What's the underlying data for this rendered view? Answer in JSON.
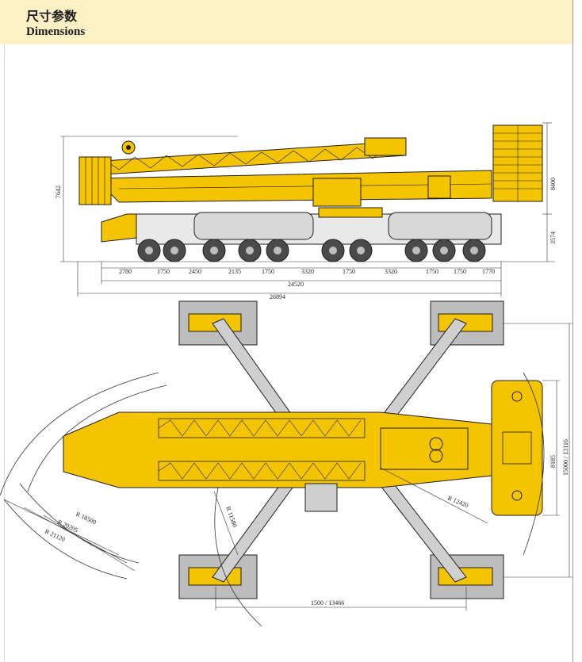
{
  "header": {
    "title_cn": "尺寸参数",
    "title_en": "Dimensions"
  },
  "side_view": {
    "height_total": "7642",
    "counterweight_height": "8400",
    "chassis_height": "3574",
    "axle_spacings": [
      "2780",
      "1750",
      "2450",
      "2135",
      "1750",
      "3320",
      "1750",
      "3320",
      "1750",
      "1750",
      "1770"
    ],
    "front_overhang": "1750",
    "rear_overhang": "1770",
    "wheelbase_total": "24520",
    "overall_length": "26894"
  },
  "top_view": {
    "radius_1": "R 18500",
    "radius_2": "R 20205",
    "radius_3": "R 21120",
    "radius_4": "R 11580",
    "radius_5": "R 12420",
    "outrigger_width_small": "8185",
    "outrigger_width_large": "15000 / 13116",
    "outrigger_spread": "1500 / 13466"
  },
  "colors": {
    "crane_yellow": "#f5c400",
    "outline": "#1e1e1e",
    "outrigger_pad": "#bdbdbd",
    "header_bg": "#fdf0c4"
  }
}
